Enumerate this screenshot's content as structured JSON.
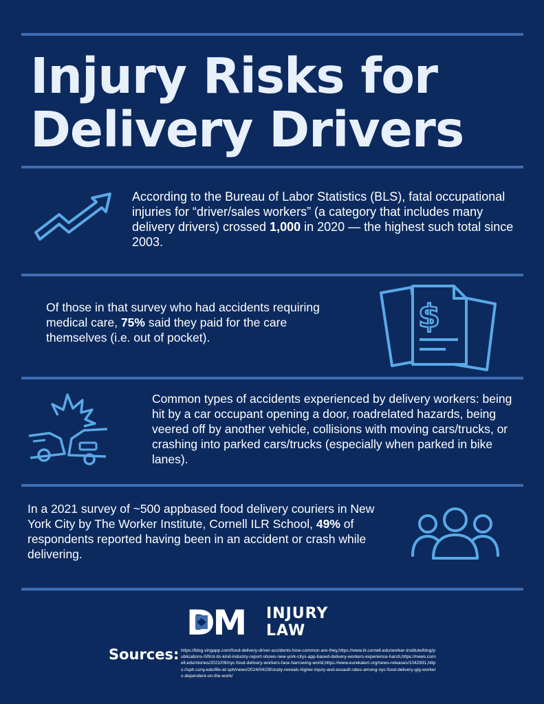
{
  "title": "Injury Risks for Delivery Drivers",
  "section1": {
    "before": "According to the Bureau of Labor Statistics (BLS), fatal occupational injuries for “driver/sales workers” (a category that includes many delivery drivers) crossed ",
    "highlight": "1,000",
    "after": " in 2020 — the highest such total since 2003.",
    "icon": "trend-up-arrow-icon"
  },
  "section2": {
    "before": "Of those in that survey who had accidents requiring medical care, ",
    "highlight": "75%",
    "after": " said they paid for the care themselves (i.e. out of pocket).",
    "icon": "dollar-bill-documents-icon"
  },
  "section3": {
    "text": "Common types of accidents experienced by delivery workers: being hit by a car occupant opening a door, roadrelated hazards, being veered off by another vehicle, collisions with moving cars/trucks, or crashing into parked cars/trucks (especially when parked in bike lanes).",
    "icon": "car-crash-icon"
  },
  "section4": {
    "before": "In a 2021 survey of ~500 appbased food delivery couriers in New York City by The Worker Institute, Cornell ILR School, ",
    "highlight": "49%",
    "after": " of respondents reported having been in an accident or crash while delivering.",
    "icon": "people-group-icon"
  },
  "logo": {
    "mark": "DM",
    "word1": "INJURY",
    "word2": "LAW"
  },
  "sources": {
    "label": "Sources:",
    "text": "https://blog.vingapp.com/food-delivery-driver-accidents-how-common-are-they,https://www.ilr.cornell.edu/worker-institute/blog/publications-0/first-its-kind-industry-report-shows-new-york-citys-app-based-delivery-workers-experience-harsh,https://news.cornell.edu/stories/2021/09/nyc-food-delivery-workers-face-harrowing-world,https://www.eurekalert.org/news-releases/1042931,https://sph.cuny.edu/life-at-sph/news/2024/04/29/study-reveals-higher-injury-and-assault-rates-among-nyc-food-delivery-gig-workers-dependent-on-the-work/"
  },
  "colors": {
    "background": "#0c2a5e",
    "rule": "#3f6cb0",
    "icon_stroke": "#5aa9e6",
    "text": "#ffffff"
  }
}
